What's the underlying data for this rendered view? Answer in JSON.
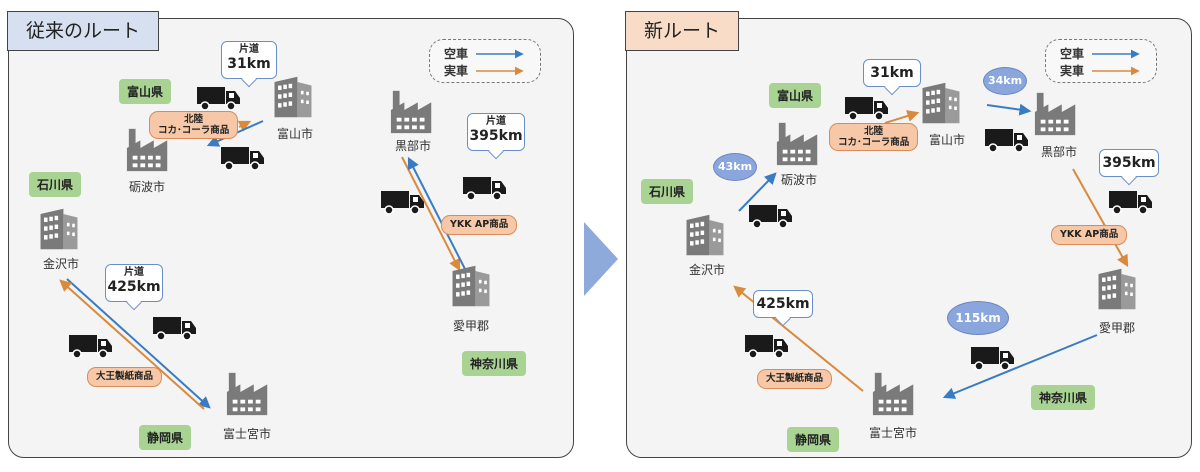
{
  "old_route": {
    "title": "従来のルート",
    "legend": {
      "empty": "空車",
      "loaded": "実車"
    },
    "prefectures": {
      "toyama": "富山県",
      "ishikawa": "石川県",
      "shizuoka": "静岡県",
      "kanagawa": "神奈川県"
    },
    "cities": {
      "toyama_city": "富山市",
      "tonami": "砺波市",
      "kurobe": "黒部市",
      "kanazawa": "金沢市",
      "fuji": "富士宮市",
      "aiko": "愛甲郡"
    },
    "products": {
      "cocacola": [
        "北陸",
        "コカ･コーラ商品"
      ],
      "ykk": "YKK AP商品",
      "daio": "大王製紙商品"
    },
    "distances": [
      {
        "label": "片道",
        "value": "31km"
      },
      {
        "label": "片道",
        "value": "395km"
      },
      {
        "label": "片道",
        "value": "425km"
      }
    ]
  },
  "new_route": {
    "title": "新ルート",
    "legend": {
      "empty": "空車",
      "loaded": "実車"
    },
    "prefectures": {
      "toyama": "富山県",
      "ishikawa": "石川県",
      "shizuoka": "静岡県",
      "kanagawa": "神奈川県"
    },
    "cities": {
      "toyama_city": "富山市",
      "tonami": "砺波市",
      "kurobe": "黒部市",
      "kanazawa": "金沢市",
      "fuji": "富士宮市",
      "aiko": "愛甲郡"
    },
    "products": {
      "cocacola": [
        "北陸",
        "コカ･コーラ商品"
      ],
      "ykk": "YKK AP商品",
      "daio": "大王製紙商品"
    },
    "loaded_distances": {
      "toyama": "31km",
      "ykk": "395km",
      "daio": "425km"
    },
    "empty_distances": {
      "kanazawa_tonami": "43km",
      "toyama_kurobe": "34km",
      "aiko_fuji": "115km"
    }
  },
  "colors": {
    "empty": "#3a7cc4",
    "loaded": "#d98a3c",
    "factory": "#7a7a7a",
    "truck": "#1a1a1a"
  }
}
